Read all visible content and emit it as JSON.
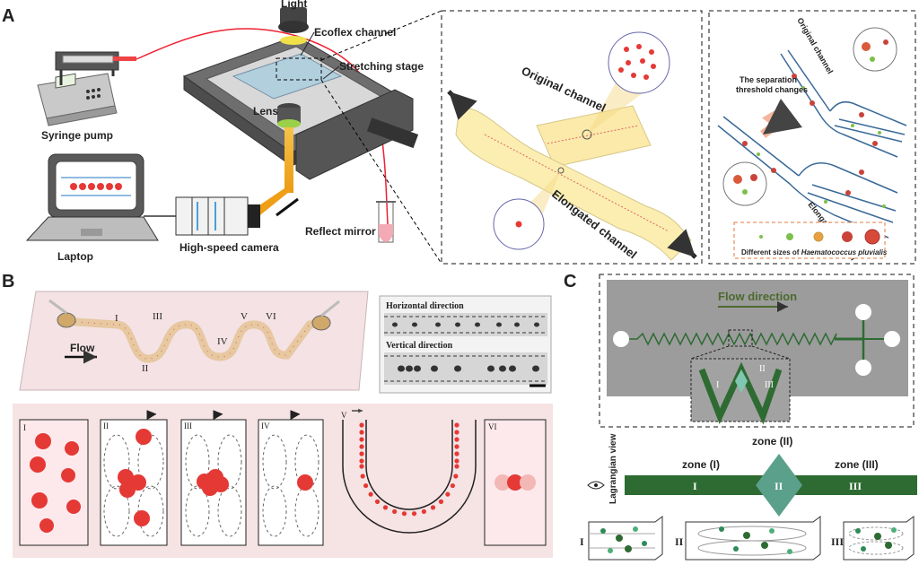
{
  "panels": {
    "a": "A",
    "b": "B",
    "c": "C"
  },
  "panelA": {
    "light": "Light",
    "ecoflex_channel": "Ecoflex channel",
    "stretching_stage": "Stretching stage",
    "lens": "Lens",
    "syringe_pump": "Syringe pump",
    "laptop": "Laptop",
    "high_speed_camera": "High-speed camera",
    "reflect_mirror": "Reflect mirror",
    "original_channel": "Original channel",
    "elongated_channel": "Elongated channel",
    "right_original_channel": "Original channel",
    "threshold_line1": "The separation",
    "threshold_line2": "threshold changes",
    "right_elongated_channel": "Elongated channel",
    "sizes_prefix": "Different sizes of ",
    "sizes_species": "Haematococcus pluvialis"
  },
  "panelB": {
    "flow": "Flow",
    "horizontal_direction": "Horizontal direction",
    "vertical_direction": "Vertical direction",
    "roman": [
      "I",
      "II",
      "III",
      "IV",
      "V",
      "VI"
    ]
  },
  "panelC": {
    "flow_direction": "Flow direction",
    "inset_labels": [
      "I",
      "II",
      "III"
    ],
    "zone2": "zone (II)",
    "zone1": "zone (I)",
    "zone3": "zone (III)",
    "lagrangian_view": "Lagrangian view",
    "bar_labels": [
      "I",
      "II",
      "III"
    ],
    "box_labels": [
      "I",
      "II",
      "III"
    ]
  },
  "colors": {
    "channel_green": "#2e6b32",
    "particle_red": "#e53935",
    "beam_yellow": "#f2a31b",
    "panel_b_pink": "#f6e3e4"
  }
}
